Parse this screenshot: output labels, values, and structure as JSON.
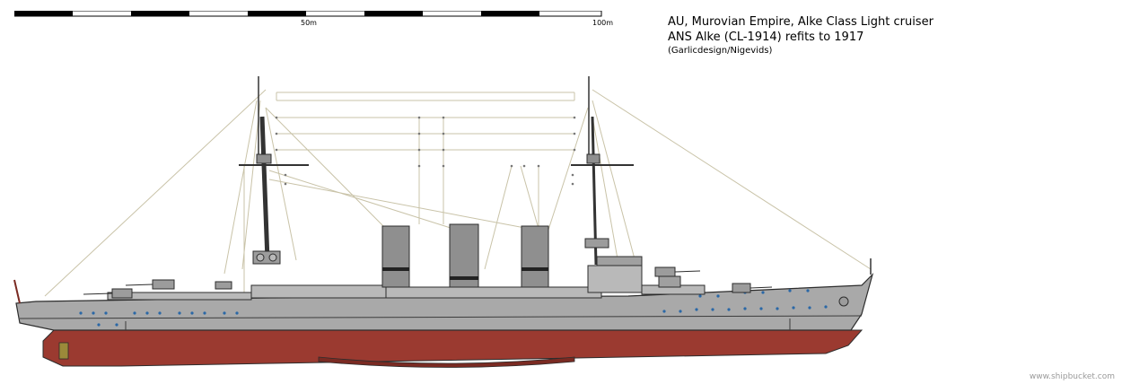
{
  "title": {
    "line1": "AU, Murovian Empire, Alke Class Light cruiser",
    "line2": "ANS Alke (CL-1914) refits to 1917",
    "credit": "(Garlicdesign/Nigevids)"
  },
  "scale": {
    "mid_label": "50m",
    "end_label": "100m"
  },
  "watermark": "www.shipbucket.com",
  "colors": {
    "hull_grey": "#a9a9a9",
    "deck_grey": "#b9b9b9",
    "red_underwater": "#9b3a30",
    "red_dark": "#7a2a22",
    "outline": "#2d2d2d",
    "funnel": "#8f8f8f",
    "rigging": "#c9c3a8",
    "porthole": "#2a67a6"
  }
}
